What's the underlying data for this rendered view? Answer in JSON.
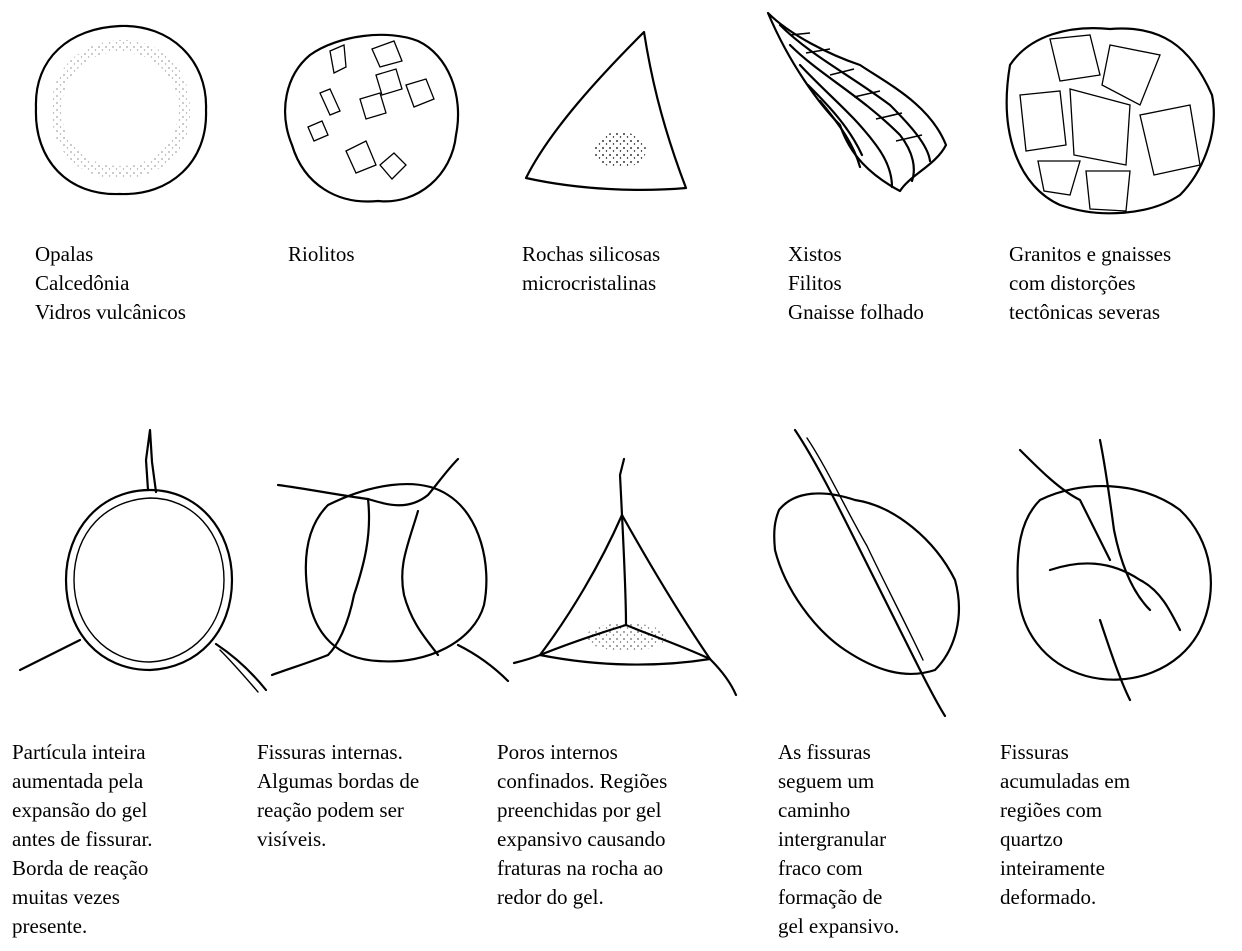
{
  "rock_types": [
    {
      "lines": [
        "Opalas",
        "Calcedônia",
        "Vidros vulcânicos"
      ]
    },
    {
      "lines": [
        "Riolitos"
      ]
    },
    {
      "lines": [
        "Rochas silicosas",
        "microcristalinas"
      ]
    },
    {
      "lines": [
        "Xistos",
        "Filitos",
        "Gnaisse folhado"
      ]
    },
    {
      "lines": [
        "Granitos e gnaisses",
        "com distorções",
        "tectônicas severas"
      ]
    }
  ],
  "crack_descriptions": [
    {
      "lines": [
        "Partícula inteira",
        "aumentada pela",
        "expansão do gel",
        "antes de fissurar.",
        "Borda de reação",
        "muitas vezes",
        "presente."
      ]
    },
    {
      "lines": [
        "Fissuras internas.",
        "Algumas bordas de",
        "reação podem ser",
        "visíveis."
      ]
    },
    {
      "lines": [
        "Poros internos",
        "confinados. Regiões",
        "preenchidas por gel",
        "expansivo causando",
        "fraturas na rocha ao",
        "redor do gel."
      ]
    },
    {
      "lines": [
        "As fissuras",
        "seguem um",
        "caminho",
        "intergranular",
        "fraco com",
        "formação de",
        "gel expansivo."
      ]
    },
    {
      "lines": [
        "Fissuras",
        "acumuladas em",
        "regiões com",
        "quartzo",
        "inteiramente",
        "deformado."
      ]
    }
  ]
}
